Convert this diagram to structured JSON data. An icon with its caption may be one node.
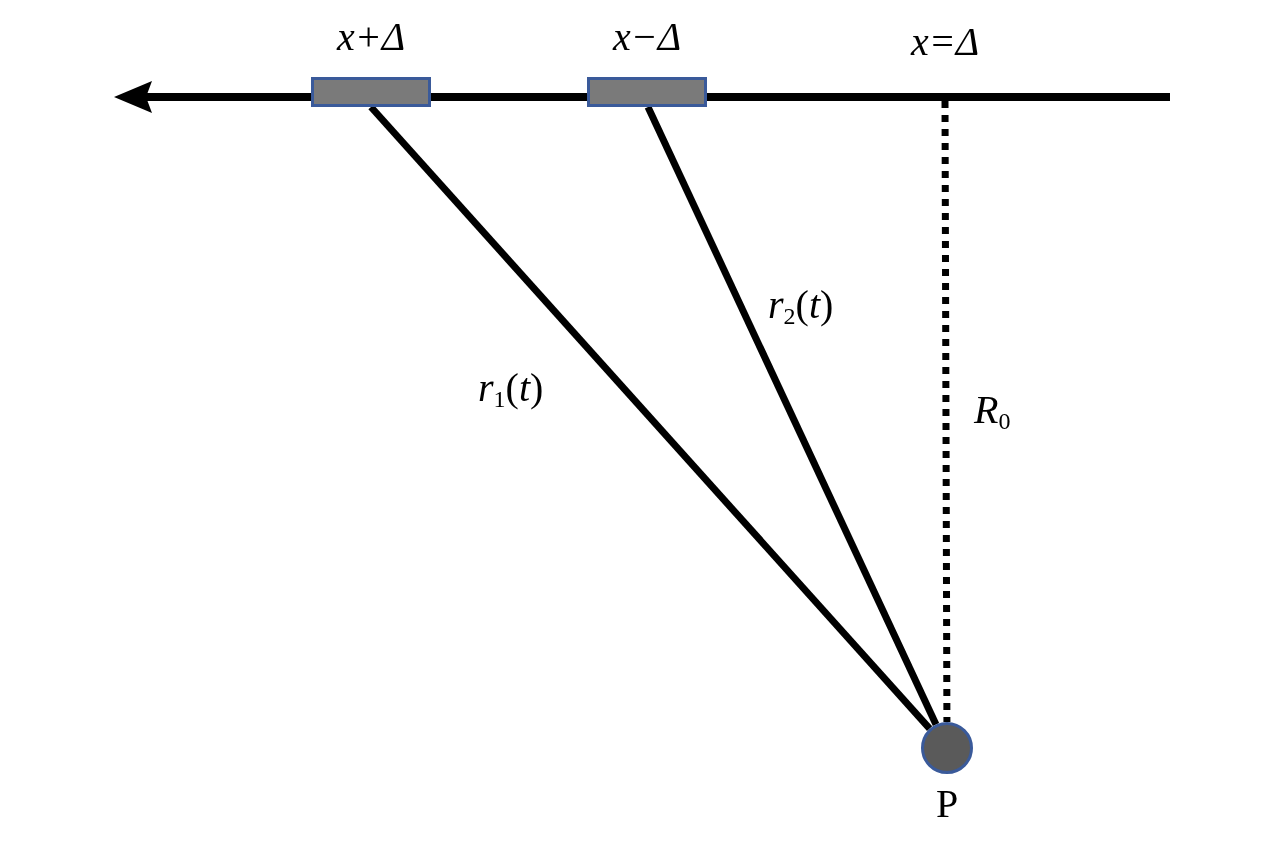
{
  "diagram": {
    "nodes": [
      {
        "text": [
          "x+Δ"
        ]
      },
      {
        "text": [
          "x−Δ"
        ]
      },
      {
        "text": [
          "x=Δ"
        ]
      },
      {
        "text": [
          "P"
        ]
      }
    ],
    "edges": [
      {
        "from": 0,
        "to": 3,
        "arrow": "none",
        "label": "*r*$_{1}$(*t*)"
      },
      {
        "from": 1,
        "to": 3,
        "arrow": "none",
        "label": "*r*$_{2}$(*t*)"
      },
      {
        "from": 2,
        "to": 3,
        "arrow": "none",
        "style": "dashed",
        "label": "*R*$_{0}$"
      }
    ]
  }
}
